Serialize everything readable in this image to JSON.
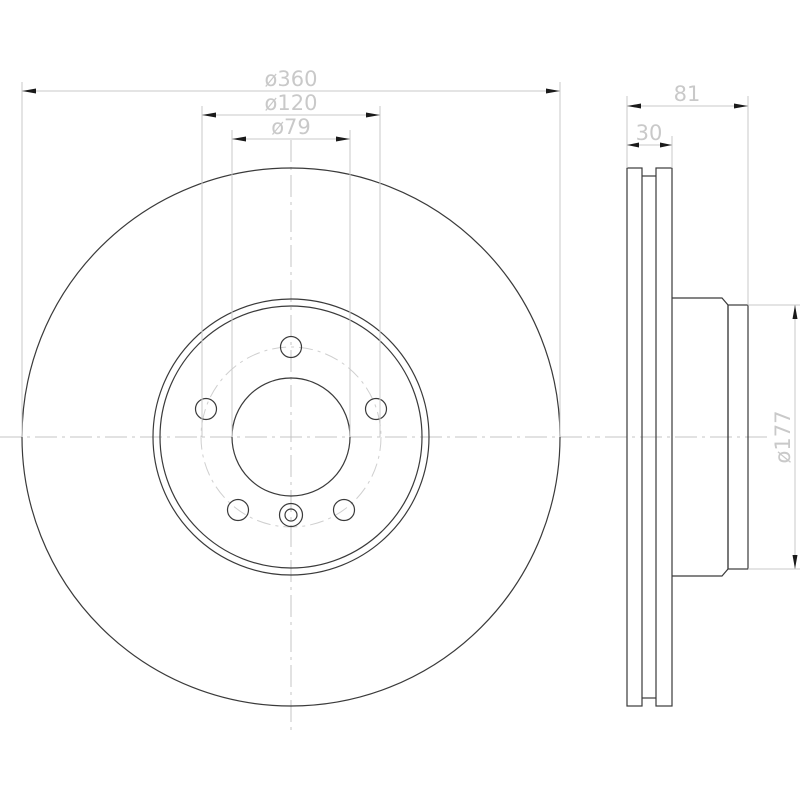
{
  "drawing": {
    "title": "Brake disc technical drawing",
    "views": [
      "front-view",
      "side-view"
    ],
    "dimensions": {
      "outer_diameter": "ø360",
      "bolt_circle_diameter": "ø120",
      "center_bore_diameter": "ø79",
      "overall_height": "81",
      "disc_thickness": "30",
      "hat_diameter": "ø177"
    },
    "bolt_holes": 5,
    "locating_hole": 1,
    "colors": {
      "object_line": "#3a3a3a",
      "dimension_line": "#c8c8c8",
      "dimension_text": "#c9c9c9",
      "arrowhead": "#1a1a1a"
    }
  }
}
